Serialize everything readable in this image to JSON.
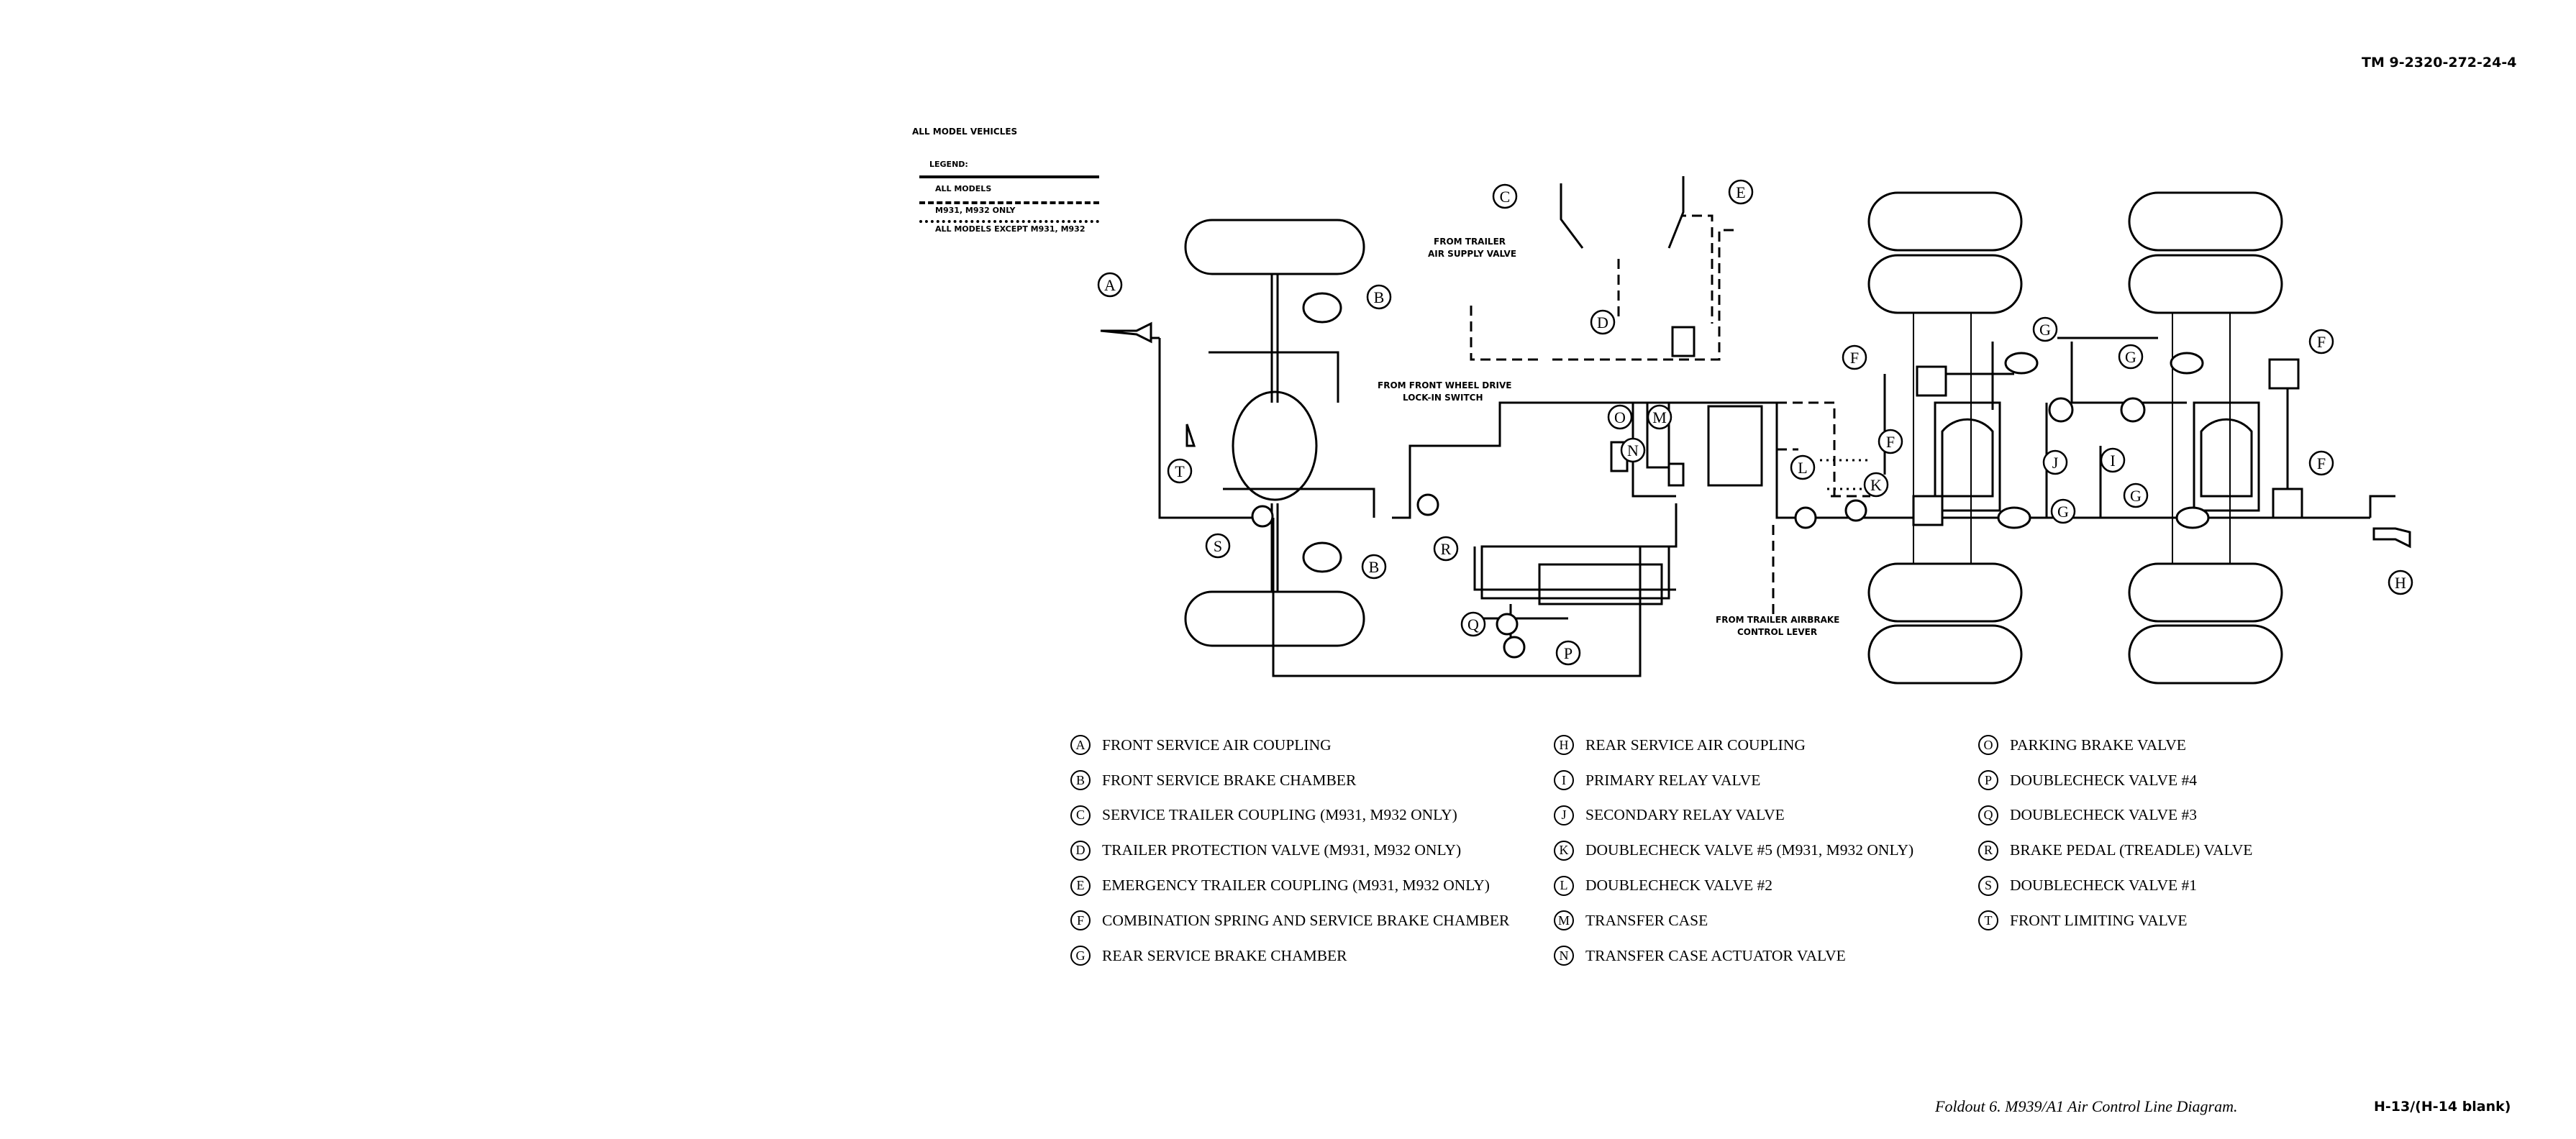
{
  "header": {
    "tm_number": "TM 9-2320-272-24-4"
  },
  "diagram_title": "ALL MODEL VEHICLES",
  "legend": {
    "title": "LEGEND:",
    "items": [
      {
        "label": "ALL MODELS",
        "style": "solid"
      },
      {
        "label": "M931, M932 ONLY",
        "style": "dashed"
      },
      {
        "label": "ALL MODELS EXCEPT M931, M932",
        "style": "dotted"
      }
    ]
  },
  "notes": {
    "trailer_air_supply": [
      "FROM TRAILER",
      "AIR SUPPLY VALVE"
    ],
    "front_wheel_drive": [
      "FROM FRONT WHEEL DRIVE",
      "LOCK-IN SWITCH"
    ],
    "trailer_airbrake": [
      "FROM TRAILER AIRBRAKE",
      "CONTROL LEVER"
    ]
  },
  "callouts": [
    "A",
    "B",
    "B",
    "C",
    "D",
    "E",
    "F",
    "F",
    "F",
    "F",
    "G",
    "G",
    "G",
    "G",
    "H",
    "I",
    "J",
    "K",
    "L",
    "M",
    "N",
    "O",
    "P",
    "Q",
    "R",
    "S",
    "T"
  ],
  "key": [
    [
      {
        "letter": "A",
        "label": "FRONT SERVICE AIR COUPLING"
      },
      {
        "letter": "B",
        "label": "FRONT SERVICE BRAKE CHAMBER"
      },
      {
        "letter": "C",
        "label": "SERVICE TRAILER COUPLING (M931, M932 ONLY)"
      },
      {
        "letter": "D",
        "label": "TRAILER PROTECTION VALVE (M931, M932 ONLY)"
      },
      {
        "letter": "E",
        "label": "EMERGENCY TRAILER COUPLING (M931, M932 ONLY)"
      },
      {
        "letter": "F",
        "label": "COMBINATION SPRING AND SERVICE BRAKE CHAMBER"
      },
      {
        "letter": "G",
        "label": "REAR SERVICE BRAKE CHAMBER"
      }
    ],
    [
      {
        "letter": "H",
        "label": "REAR SERVICE AIR COUPLING"
      },
      {
        "letter": "I",
        "label": "PRIMARY RELAY VALVE"
      },
      {
        "letter": "J",
        "label": "SECONDARY RELAY VALVE"
      },
      {
        "letter": "K",
        "label": "DOUBLECHECK VALVE #5 (M931, M932 ONLY)"
      },
      {
        "letter": "L",
        "label": "DOUBLECHECK VALVE #2"
      },
      {
        "letter": "M",
        "label": "TRANSFER CASE"
      },
      {
        "letter": "N",
        "label": "TRANSFER CASE ACTUATOR VALVE"
      }
    ],
    [
      {
        "letter": "O",
        "label": "PARKING BRAKE VALVE"
      },
      {
        "letter": "P",
        "label": "DOUBLECHECK VALVE #4"
      },
      {
        "letter": "Q",
        "label": "DOUBLECHECK VALVE #3"
      },
      {
        "letter": "R",
        "label": "BRAKE PEDAL (TREADLE) VALVE"
      },
      {
        "letter": "S",
        "label": "DOUBLECHECK VALVE #1"
      },
      {
        "letter": "T",
        "label": "FRONT LIMITING VALVE"
      }
    ]
  ],
  "caption": "Foldout 6.  M939/A1 Air Control Line Diagram.",
  "page_number": "H-13/(H-14 blank)"
}
